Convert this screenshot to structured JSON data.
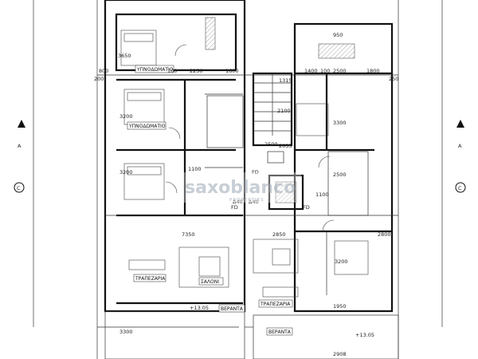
{
  "rooms": {
    "bedroom_top": "ΥΠΝΟΔΩΜΑΤΙΟ",
    "bedroom_mid": "ΥΠΝΟΔΩΜΑΤΙΟ",
    "dining_left": "ΤΡΑΠΕΖΑΡΙΑ",
    "living_left": "ΣΑΛΟΝΙ",
    "veranda_left": "ΒΕΡΑΝΤΑ",
    "dining_right": "ΤΡΑΠΕΖΑΡΙΑ",
    "veranda_right": "ΒΕΡΑΝΤΑ"
  },
  "dimensions": {
    "d_3650": "3650",
    "d_800": "800",
    "d_100a": "100",
    "d_2250": "2250",
    "d_1600": "1600",
    "d_200_left": "200",
    "d_3200_a": "3200",
    "d_3200_b": "3200",
    "d_1100_a": "1100",
    "d_3300_left": "3300",
    "d_950": "950",
    "d_1400": "1400",
    "d_100b": "100",
    "d_2500_top": "2500",
    "d_1800": "1800",
    "d_250_right": "250",
    "d_1315": "1315",
    "d_2100": "2100",
    "d_3300_right": "3300",
    "d_2500_mid": "2500",
    "d_2035": "2035",
    "d_2500_b": "2500",
    "d_1100_b": "1100",
    "d_2850": "2850",
    "d_2800": "2800",
    "d_3200_c": "3200",
    "d_1950": "1950",
    "d_2908": "2908",
    "d_7350": "7350",
    "level_left": "+13.05",
    "level_right": "+13.05"
  },
  "markers": {
    "section_a": "A",
    "section_c": "C"
  },
  "labels": {
    "fd_top": "FD",
    "fd_left": "FD",
    "fd_right": "FD",
    "dk1": "Δ40",
    "dk2": "Δ40"
  },
  "watermark": {
    "main": "saxoblanco",
    "sub": "PROPERTIES"
  }
}
